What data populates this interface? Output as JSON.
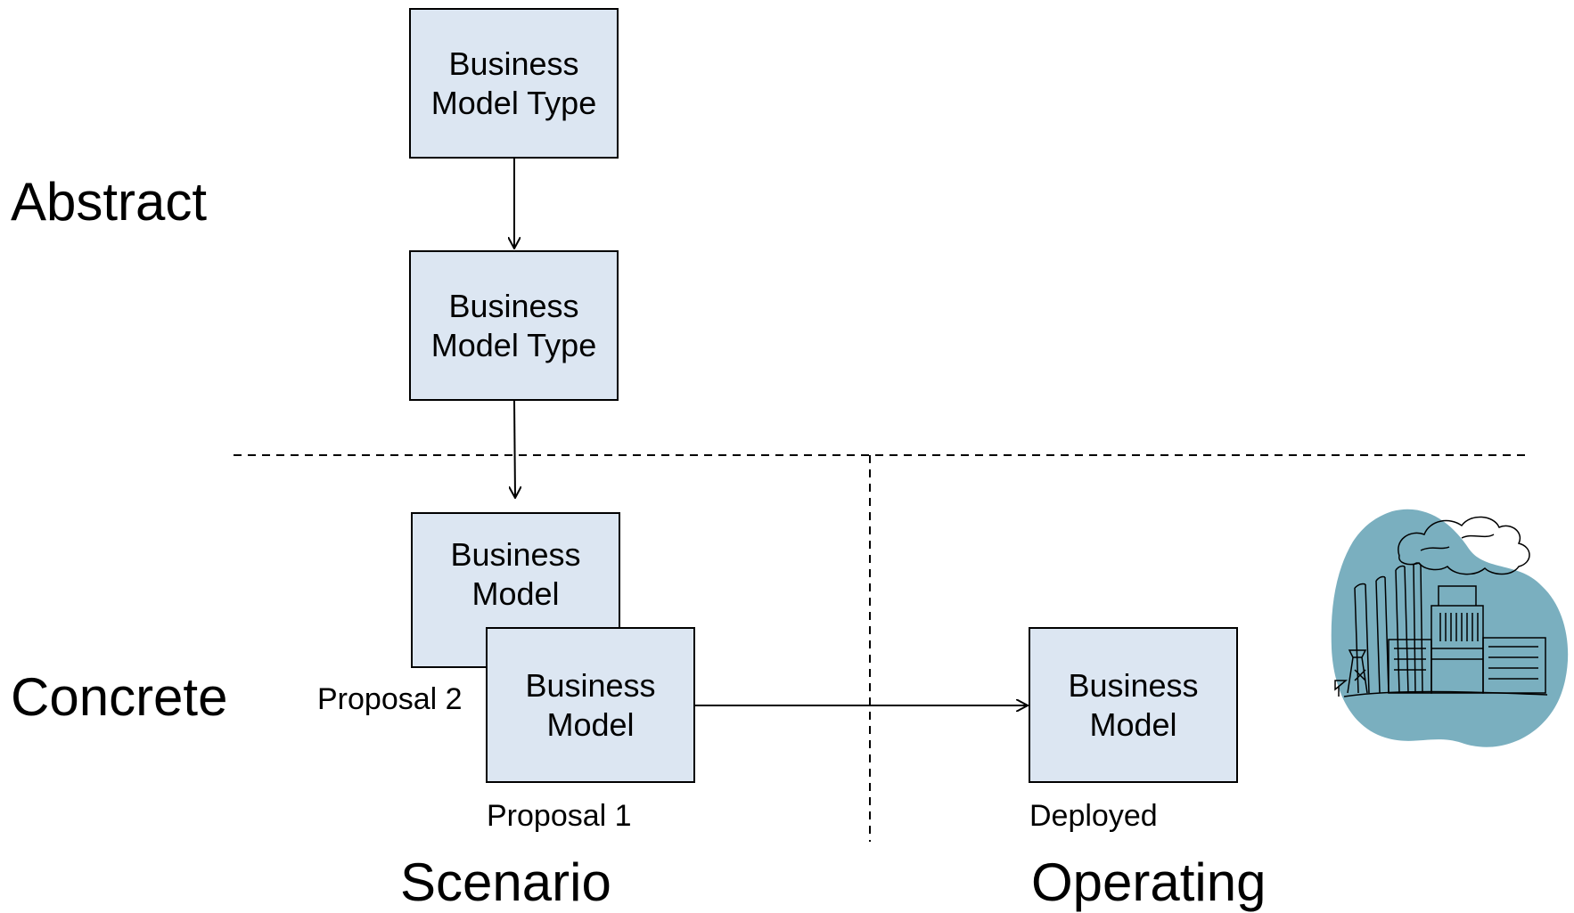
{
  "levels": {
    "abstract": "Abstract",
    "concrete": "Concrete"
  },
  "columns": {
    "scenario": "Scenario",
    "operating": "Operating"
  },
  "boxes": {
    "type_top": {
      "line1": "Business",
      "line2": "Model Type"
    },
    "type_mid": {
      "line1": "Business",
      "line2": "Model Type"
    },
    "proposal2": {
      "line1": "Business",
      "line2": "Model"
    },
    "proposal1": {
      "line1": "Business",
      "line2": "Model"
    },
    "deployed": {
      "line1": "Business",
      "line2": "Model"
    }
  },
  "captions": {
    "proposal2": "Proposal 2",
    "proposal1": "Proposal 1",
    "deployed": "Deployed"
  },
  "colors": {
    "box_fill": "#dce6f2",
    "factory_blob": "#7aafbf"
  },
  "icons": {
    "factory": "factory-icon"
  }
}
